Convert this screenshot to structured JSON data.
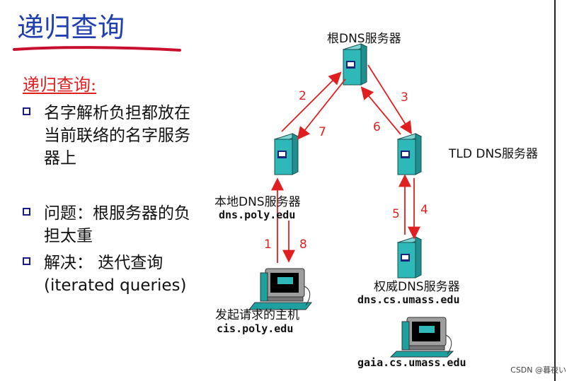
{
  "title": "递归查询",
  "subtitle": "递归查询:",
  "bullets": [
    {
      "text": "名字解析负担都放在当前联络的名字服务器上"
    },
    {
      "text": "问题：根服务器的负担太重"
    },
    {
      "text": "解决： 迭代查询 (iterated queries)"
    }
  ],
  "nodes": {
    "root": {
      "label": "根DNS服务器"
    },
    "tld": {
      "label": "TLD DNS服务器"
    },
    "local": {
      "label": "本地DNS服务器",
      "host": "dns.poly.edu"
    },
    "auth": {
      "label": "权威DNS服务器",
      "host": "dns.cs.umass.edu"
    },
    "client": {
      "label": "发起请求的主机",
      "host": "cis.poly.edu"
    },
    "gaia": {
      "host": "gaia.cs.umass.edu"
    }
  },
  "steps": [
    "1",
    "2",
    "3",
    "4",
    "5",
    "6",
    "7",
    "8"
  ],
  "watermark": "CSDN @暮夜い",
  "colors": {
    "title": "#1f3fae",
    "subtitle": "#e02020",
    "arrow": "#e02020",
    "server": "#2fb8b8"
  }
}
